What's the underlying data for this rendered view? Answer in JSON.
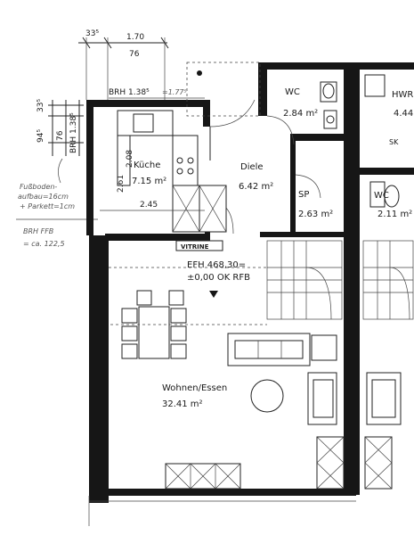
{
  "dimensions": {
    "top_left": "33⁵",
    "top_1_70": "1.70",
    "top_76": "76",
    "brh_line": "BRH 1.38⁵",
    "brh_small": "=1.77⁵",
    "side_94": "94⁵",
    "side_33": "33⁵",
    "side_76": "76",
    "side_brh": "BRH 1.38⁵",
    "kitchen_side": "2.08",
    "kitchen_side2": "2.61",
    "kitchen_width": "2.45"
  },
  "notes": {
    "floor_1": "Fußboden-",
    "floor_2": "aufbau=16cm",
    "floor_3": "+ Parkett=1cm",
    "floor_4": "BRH FFB",
    "floor_5": "= ca. 122,5"
  },
  "rooms": {
    "kitchen": {
      "name": "Küche",
      "area": "7.15 m²"
    },
    "hall": {
      "name": "Diele",
      "area": "6.42 m²"
    },
    "wc": {
      "name": "WC",
      "area": "2.84 m²"
    },
    "storage": {
      "name": "SP",
      "area": "2.63 m²"
    },
    "living": {
      "name": "Wohnen/Essen",
      "area": "32.41 m²"
    },
    "utility": {
      "name": "HWR",
      "area": "4.44"
    },
    "sk": {
      "name": "SK"
    },
    "wc2": {
      "name": "WC",
      "area": "2.11 m²"
    }
  },
  "labels": {
    "vitrine": "VITRINE",
    "efh_1": "EFH  468,30=",
    "efh_2": "±0,00  OK  RFB"
  }
}
